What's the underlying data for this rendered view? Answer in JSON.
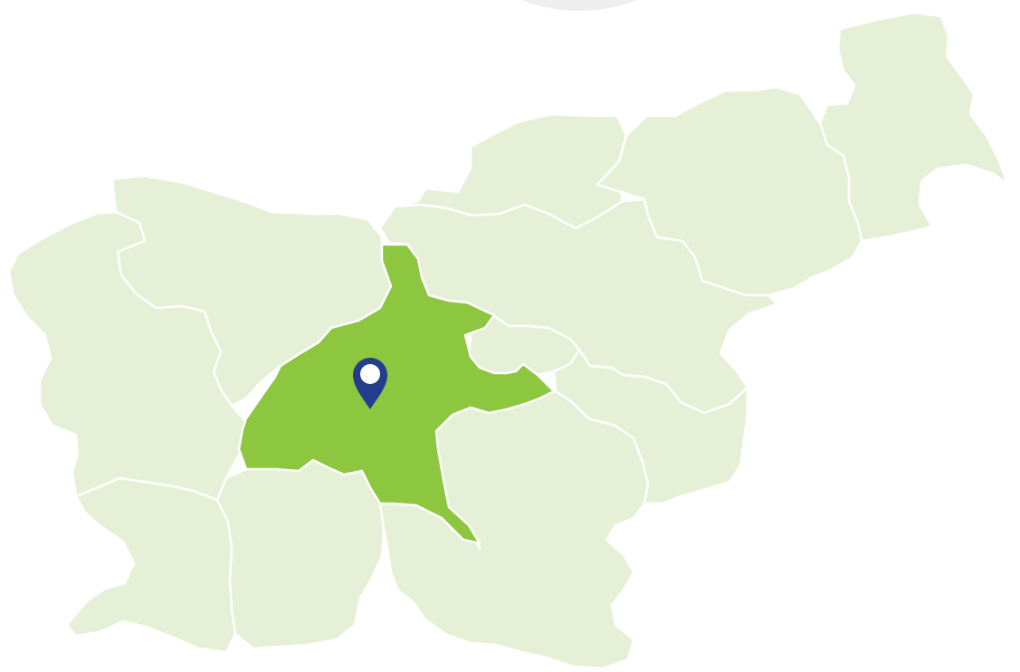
{
  "map": {
    "country": "Slovenia",
    "colors": {
      "region_fill": "#e5f0d6",
      "highlight_fill": "#8dc63f",
      "border": "#ffffff",
      "marker": "#253d8c",
      "marker_dot": "#ffffff",
      "background_shape": "#eeeeee"
    },
    "regions": [
      {
        "id": "gorenjska",
        "highlighted": false
      },
      {
        "id": "goriska",
        "highlighted": false
      },
      {
        "id": "obalno-kraska",
        "highlighted": false
      },
      {
        "id": "primorsko-notranjska",
        "highlighted": false
      },
      {
        "id": "osrednjeslovenska",
        "highlighted": true
      },
      {
        "id": "jugovzhodna-slovenija",
        "highlighted": false
      },
      {
        "id": "zasavska",
        "highlighted": false
      },
      {
        "id": "posavska",
        "highlighted": false
      },
      {
        "id": "savinjska",
        "highlighted": false
      },
      {
        "id": "koroska",
        "highlighted": false
      },
      {
        "id": "podravska",
        "highlighted": false
      },
      {
        "id": "pomurska",
        "highlighted": false
      }
    ],
    "marker": {
      "icon": "map-pin-icon",
      "region": "osrednjeslovenska"
    }
  }
}
